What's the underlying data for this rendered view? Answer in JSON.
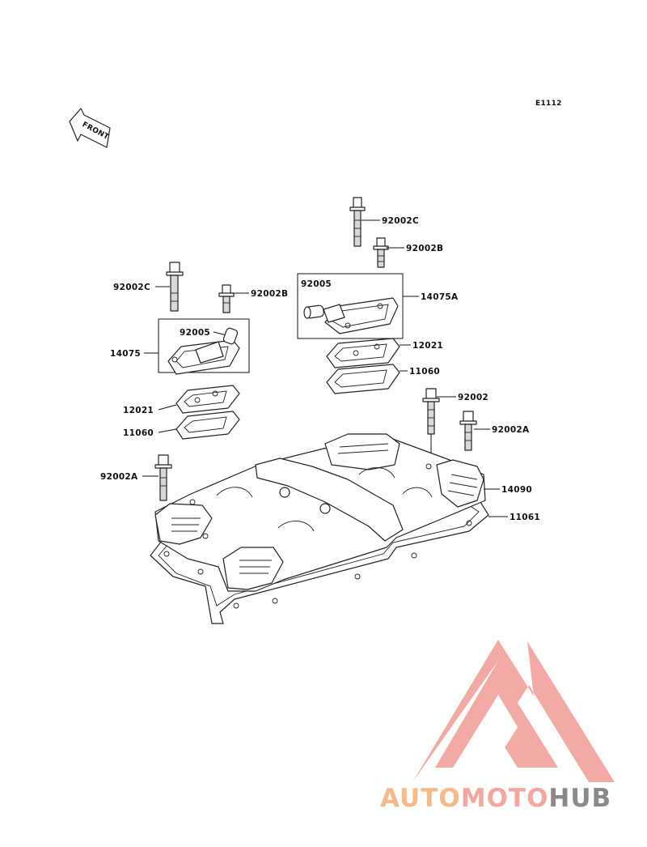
{
  "diagram_code": "E1112",
  "front_arrow_label": "FRONT",
  "labels": {
    "l_92002C_right": "92002C",
    "l_92002B_right": "92002B",
    "l_92005_right": "92005",
    "l_14075A": "14075A",
    "l_12021_right": "12021",
    "l_11060_right": "11060",
    "l_92002C_left": "92002C",
    "l_92002B_left": "92002B",
    "l_92005_left": "92005",
    "l_14075": "14075",
    "l_12021_left": "12021",
    "l_11060_left": "11060",
    "l_92002": "92002",
    "l_92002A_right": "92002A",
    "l_92002A_left": "92002A",
    "l_14090": "14090",
    "l_11061": "11061"
  },
  "watermark": {
    "part1": "AUTO",
    "part2": "MOTO",
    "part3": "HUB",
    "color1": "#f5b98a",
    "color2": "#f4a6a0",
    "color3": "#8a8a8a",
    "logo_color": "#f4a6a0"
  }
}
